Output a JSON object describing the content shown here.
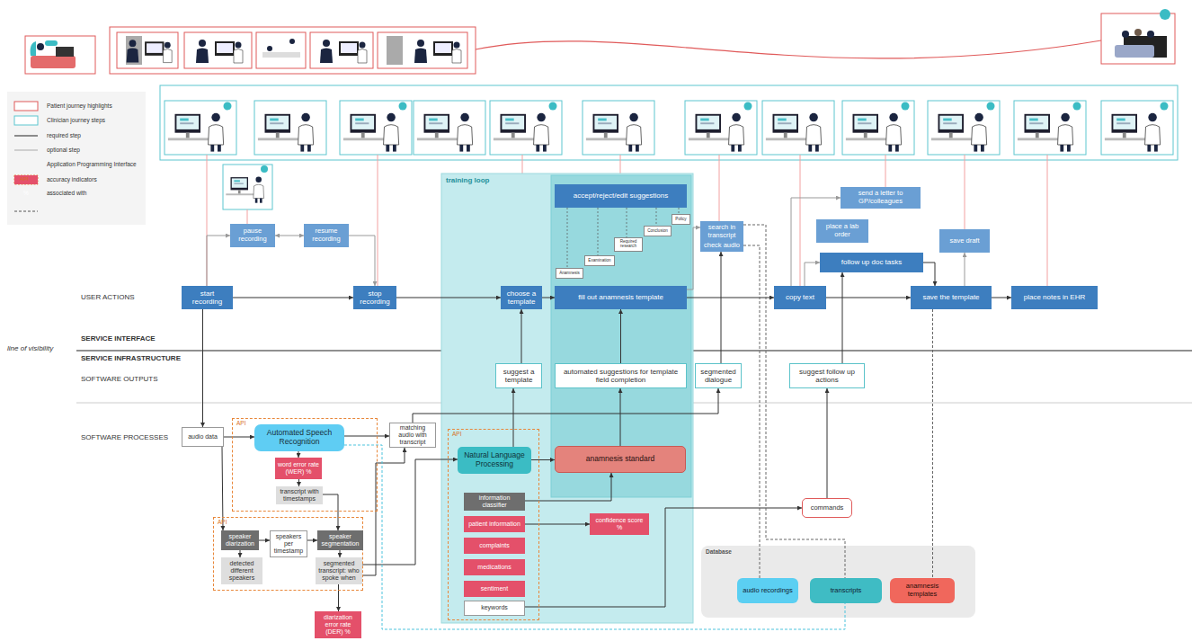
{
  "diagram": {
    "nodes": [
      {
        "text": [
          "training loop"
        ]
      },
      {
        "text": [
          "pause recording"
        ]
      },
      {
        "text": [
          "resume recording"
        ]
      },
      {
        "text": [
          "start recording"
        ]
      },
      {
        "text": [
          "stop recording"
        ]
      },
      {
        "text": [
          "choose a template"
        ],
        "in": 0
      },
      {
        "text": [
          "accept/reject/edit suggestions"
        ],
        "in": 0
      },
      {
        "text": [
          "Anamnesis"
        ],
        "in": 0
      },
      {
        "text": [
          "Examination"
        ],
        "in": 0
      },
      {
        "text": [
          "Required research"
        ],
        "in": 0
      },
      {
        "text": [
          "Conclusion"
        ],
        "in": 0
      },
      {
        "text": [
          "Policy"
        ],
        "in": 0
      },
      {
        "text": [
          "fill out anamnesis template"
        ],
        "in": 0
      },
      {
        "text": [
          "search in transcript"
        ]
      },
      {
        "text": [
          "check audio"
        ]
      },
      {
        "text": [
          "copy text"
        ]
      },
      {
        "text": [
          "send a letter to GP/colleagues"
        ]
      },
      {
        "text": [
          "place a lab order"
        ]
      },
      {
        "text": [
          "follow up doc tasks"
        ]
      },
      {
        "text": [
          "save draft"
        ]
      },
      {
        "text": [
          "save the template"
        ]
      },
      {
        "text": [
          "place notes in EHR"
        ]
      },
      {
        "text": [
          "suggest a template"
        ],
        "in": 0
      },
      {
        "text": [
          "automated suggestions for template field completion"
        ],
        "in": 0
      },
      {
        "text": [
          "segmented dialogue"
        ]
      },
      {
        "text": [
          "suggest follow up actions"
        ]
      },
      {
        "text": [
          "API"
        ]
      },
      {
        "text": [
          "audio data"
        ]
      },
      {
        "text": [
          "Automated Speech Recognition"
        ],
        "in": 26
      },
      {
        "text": [
          "word error rate (WER) %"
        ],
        "in": 26
      },
      {
        "text": [
          "transcript with timestamps"
        ],
        "in": 26
      },
      {
        "text": [
          "matching audio with transcript"
        ]
      },
      {
        "text": [
          "API"
        ]
      },
      {
        "text": [
          "speaker diarization"
        ],
        "in": 32
      },
      {
        "text": [
          "speakers per timestamp"
        ],
        "in": 32
      },
      {
        "text": [
          "speaker segmentation"
        ],
        "in": 32
      },
      {
        "text": [
          "detected different speakers"
        ],
        "in": 32
      },
      {
        "text": [
          "segmented transcript: who spoke when"
        ],
        "in": 32
      },
      {
        "text": [
          "diarization error rate (DER) %"
        ]
      },
      {
        "text": [
          "API"
        ],
        "in": 0
      },
      {
        "text": [
          "Natural Language Processing"
        ],
        "in": 39
      },
      {
        "text": [
          "information classifier"
        ],
        "in": 39
      },
      {
        "text": [
          "patient information"
        ],
        "in": 39
      },
      {
        "text": [
          "complaints"
        ],
        "in": 39
      },
      {
        "text": [
          "medications"
        ],
        "in": 39
      },
      {
        "text": [
          "sentiment"
        ],
        "in": 39
      },
      {
        "text": [
          "keywords"
        ],
        "in": 39
      },
      {
        "text": [
          "anamnesis standard"
        ],
        "in": 0
      },
      {
        "text": [
          "confidence score %"
        ],
        "in": 0
      },
      {
        "text": [
          "commands"
        ]
      },
      {
        "text": [
          "Database"
        ]
      },
      {
        "text": [
          "audio recordings"
        ],
        "in": 50
      },
      {
        "text": [
          "transcripts"
        ],
        "in": 50
      },
      {
        "text": [
          "anamnesis templates"
        ],
        "in": 50
      }
    ],
    "edges": [
      {
        "from": 3,
        "to": 4,
        "arrow": "to"
      },
      {
        "from": 4,
        "to": 5,
        "arrow": "to"
      },
      {
        "from": 5,
        "to": 12,
        "arrow": "to"
      },
      {
        "from": 12,
        "to": 15,
        "arrow": "to"
      },
      {
        "from": 15,
        "to": 20,
        "arrow": "to"
      },
      {
        "from": 20,
        "to": 21,
        "arrow": "to"
      },
      {
        "from": 3,
        "to": 1,
        "arrow": "to"
      },
      {
        "from": 1,
        "to": 2,
        "arrow": "both"
      },
      {
        "from": 2,
        "to": 4,
        "arrow": "to"
      },
      {
        "from": 12,
        "to": 13,
        "arrow": "to"
      },
      {
        "from": 15,
        "to": 16,
        "arrow": "to"
      },
      {
        "from": 15,
        "to": 18,
        "arrow": "to"
      },
      {
        "from": 18,
        "to": 20,
        "arrow": "to"
      },
      {
        "from": 20,
        "to": 19,
        "arrow": "to"
      },
      {
        "from": 3,
        "to": 27,
        "arrow": "to"
      },
      {
        "from": 27,
        "to": 28,
        "arrow": "to"
      },
      {
        "from": 28,
        "to": 29,
        "arrow": "to"
      },
      {
        "from": 29,
        "to": 30,
        "arrow": "to"
      },
      {
        "from": 30,
        "to": 35,
        "arrow": "to"
      },
      {
        "from": 27,
        "to": 33,
        "arrow": "to"
      },
      {
        "from": 33,
        "to": 34,
        "arrow": "to"
      },
      {
        "from": 34,
        "to": 35,
        "arrow": "to"
      },
      {
        "from": 33,
        "to": 36,
        "arrow": "to"
      },
      {
        "from": 35,
        "to": 37,
        "arrow": "to"
      },
      {
        "from": 37,
        "to": 38,
        "arrow": "to"
      },
      {
        "from": 37,
        "to": 31,
        "arrow": "to"
      },
      {
        "from": 28,
        "to": 31,
        "arrow": "to"
      },
      {
        "from": 37,
        "to": 40,
        "arrow": "to"
      },
      {
        "from": 31,
        "to": 24,
        "arrow": "to"
      },
      {
        "from": 40,
        "to": 22,
        "arrow": "to"
      },
      {
        "from": 22,
        "to": 5,
        "arrow": "to"
      },
      {
        "from": 40,
        "to": 47,
        "arrow": "to"
      },
      {
        "from": 47,
        "to": 23,
        "arrow": "to"
      },
      {
        "from": 23,
        "to": 12,
        "arrow": "to"
      },
      {
        "from": 41,
        "to": 47,
        "arrow": "to"
      },
      {
        "from": 42,
        "to": 48,
        "arrow": "to"
      },
      {
        "from": 46,
        "to": 49,
        "arrow": "to"
      },
      {
        "from": 49,
        "to": 25,
        "arrow": "to"
      },
      {
        "from": 25,
        "to": 18,
        "arrow": "to"
      },
      {
        "from": 24,
        "to": 14,
        "arrow": "to"
      },
      {
        "from": 14,
        "to": 51,
        "arrow": "none"
      },
      {
        "from": 13,
        "to": 52,
        "arrow": "none"
      },
      {
        "from": 20,
        "to": 53,
        "arrow": "none"
      },
      {
        "from": 28,
        "to": 52,
        "arrow": "none"
      }
    ],
    "labels": [
      "USER ACTIONS",
      "line of visibility",
      "SERVICE INTERFACE",
      "SERVICE INFRASTRUCTURE",
      "SOFTWARE OUTPUTS",
      "SOFTWARE PROCESSES",
      "API",
      "%"
    ],
    "legend": [
      {
        "text": "Patient journey highlights"
      },
      {
        "text": "Clinician journey steps"
      },
      {
        "text": "required step"
      },
      {
        "text": "optional step"
      },
      {
        "text": "Application Programming Interface"
      },
      {
        "text": "accuracy indicators",
        "color": "#e4506a"
      },
      {
        "text": "associated with"
      }
    ]
  }
}
